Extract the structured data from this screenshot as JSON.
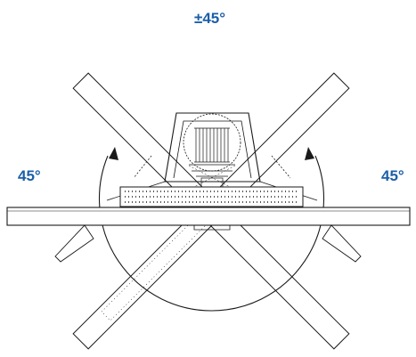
{
  "labels": {
    "top": "±45°",
    "left": "45°",
    "right": "45°"
  },
  "colors": {
    "label": "#1b5fa8",
    "line": "#1a1a1a",
    "background": "#ffffff"
  }
}
